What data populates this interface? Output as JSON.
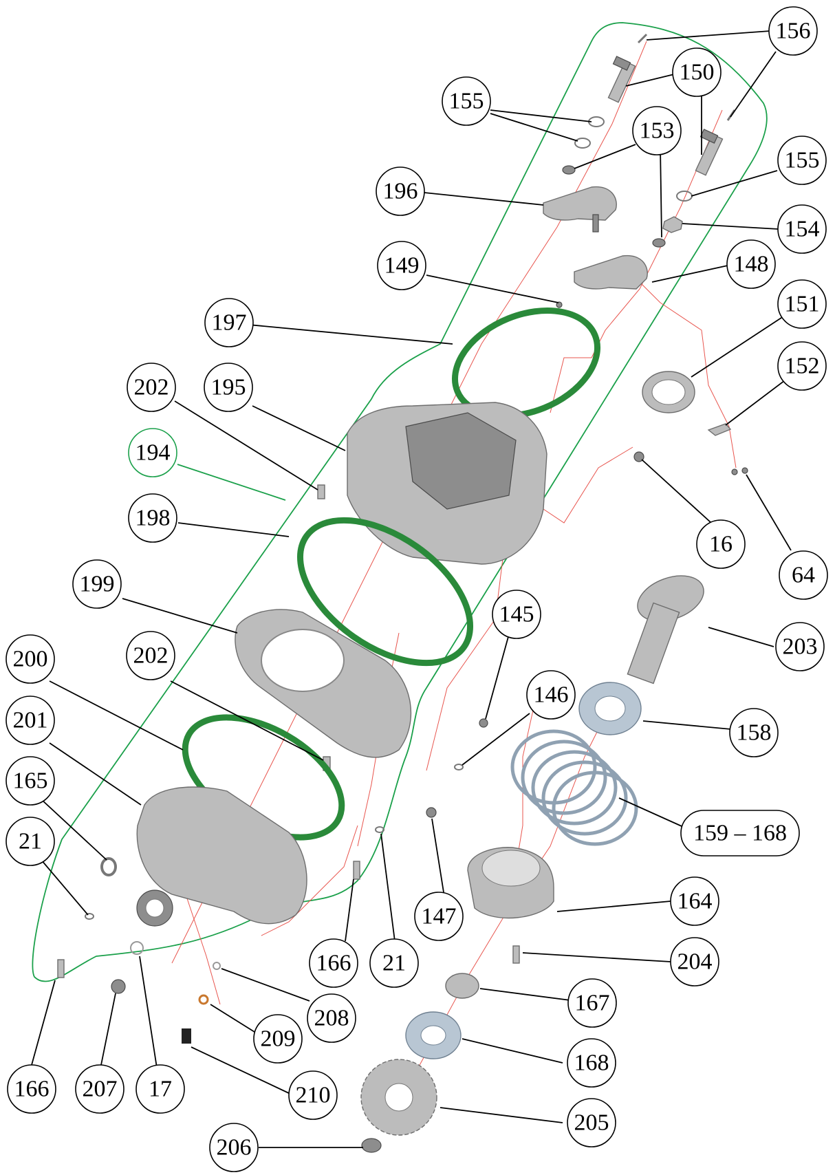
{
  "diagram": {
    "callouts": [
      {
        "id": "c156",
        "label": "156",
        "green": false
      },
      {
        "id": "c150",
        "label": "150",
        "green": false
      },
      {
        "id": "c155a",
        "label": "155",
        "green": false
      },
      {
        "id": "c153",
        "label": "153",
        "green": false
      },
      {
        "id": "c155b",
        "label": "155",
        "green": false
      },
      {
        "id": "c196",
        "label": "196",
        "green": false
      },
      {
        "id": "c154",
        "label": "154",
        "green": false
      },
      {
        "id": "c149",
        "label": "149",
        "green": false
      },
      {
        "id": "c148",
        "label": "148",
        "green": false
      },
      {
        "id": "c197",
        "label": "197",
        "green": false
      },
      {
        "id": "c151",
        "label": "151",
        "green": false
      },
      {
        "id": "c152",
        "label": "152",
        "green": false
      },
      {
        "id": "c202a",
        "label": "202",
        "green": false
      },
      {
        "id": "c195",
        "label": "195",
        "green": false
      },
      {
        "id": "c194",
        "label": "194",
        "green": true
      },
      {
        "id": "c198",
        "label": "198",
        "green": false
      },
      {
        "id": "c16",
        "label": "16",
        "green": false
      },
      {
        "id": "c64",
        "label": "64",
        "green": false
      },
      {
        "id": "c199",
        "label": "199",
        "green": false
      },
      {
        "id": "c145",
        "label": "145",
        "green": false
      },
      {
        "id": "c203",
        "label": "203",
        "green": false
      },
      {
        "id": "c200",
        "label": "200",
        "green": false
      },
      {
        "id": "c202b",
        "label": "202",
        "green": false
      },
      {
        "id": "c146",
        "label": "146",
        "green": false
      },
      {
        "id": "c158",
        "label": "158",
        "green": false
      },
      {
        "id": "c201",
        "label": "201",
        "green": false
      },
      {
        "id": "c165",
        "label": "165",
        "green": false
      },
      {
        "id": "c159",
        "label": "159 – 168",
        "green": false
      },
      {
        "id": "c21a",
        "label": "21",
        "green": false
      },
      {
        "id": "c164",
        "label": "164",
        "green": false
      },
      {
        "id": "c147",
        "label": "147",
        "green": false
      },
      {
        "id": "c166a",
        "label": "166",
        "green": false
      },
      {
        "id": "c21b",
        "label": "21",
        "green": false
      },
      {
        "id": "c204",
        "label": "204",
        "green": false
      },
      {
        "id": "c208",
        "label": "208",
        "green": false
      },
      {
        "id": "c167",
        "label": "167",
        "green": false
      },
      {
        "id": "c209",
        "label": "209",
        "green": false
      },
      {
        "id": "c168",
        "label": "168",
        "green": false
      },
      {
        "id": "c166b",
        "label": "166",
        "green": false
      },
      {
        "id": "c207",
        "label": "207",
        "green": false
      },
      {
        "id": "c17",
        "label": "17",
        "green": false
      },
      {
        "id": "c210",
        "label": "210",
        "green": false
      },
      {
        "id": "c205",
        "label": "205",
        "green": false
      },
      {
        "id": "c206",
        "label": "206",
        "green": false
      }
    ],
    "colors": {
      "leader": "#000000",
      "assembly_outline": "#1aa04a",
      "gasket": "#2a8a3a",
      "axis_line": "#e8554e",
      "metal": "#bcbcbc"
    }
  }
}
